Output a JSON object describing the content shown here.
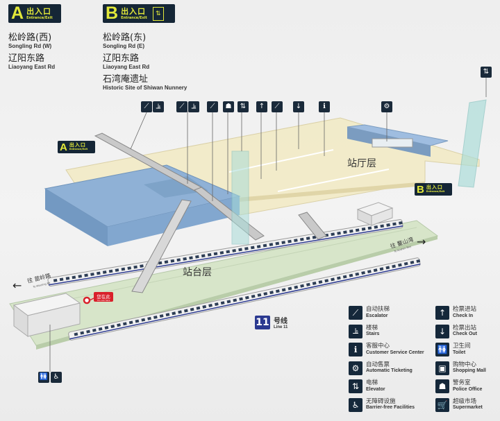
{
  "exits": {
    "a": {
      "letter": "A",
      "cn": "出入口",
      "en": "Entrance/Exit",
      "destinations": [
        {
          "cn": "松岭路(西)",
          "en": "Songling Rd (W)"
        },
        {
          "cn": "辽阳东路",
          "en": "Liaoyang East Rd"
        }
      ]
    },
    "b": {
      "letter": "B",
      "cn": "出入口",
      "en": "Entrance/Exit",
      "icon": "elevator-icon",
      "destinations": [
        {
          "cn": "松岭路(东)",
          "en": "Songling Rd (E)"
        },
        {
          "cn": "辽阳东路",
          "en": "Liaoyang East Rd"
        },
        {
          "cn": "石湾庵遗址",
          "en": "Historic Site of Shiwan Nunnery"
        }
      ]
    }
  },
  "map": {
    "concourse_label": "站厅层",
    "platform_label": "站台层",
    "you_are_here": {
      "cn": "您在此",
      "en": "You are here"
    },
    "direction_west": {
      "cn": "往 苗岭路",
      "en": "To Miaoling Rd"
    },
    "direction_east": {
      "cn": "往 鳌山湾",
      "en": "To Aoshan Bay"
    },
    "exit_a_tag": {
      "letter": "A",
      "cn": "出入口",
      "en": "Entrance/Exit"
    },
    "exit_b_tag": {
      "letter": "B",
      "cn": "出入口",
      "en": "Entrance/Exit"
    },
    "callout_icons": [
      "escalator",
      "stairs",
      "escalator",
      "stairs",
      "escalator",
      "police-office",
      "elevator",
      "check-in",
      "escalator",
      "check-out",
      "customer-service",
      "automatic-ticketing",
      "elevator",
      "toilet",
      "barrier-free"
    ]
  },
  "line": {
    "number": "11",
    "cn": "号线",
    "en": "Line 11",
    "color": "#2b3990"
  },
  "legend": {
    "left": [
      {
        "icon": "escalator",
        "glyph": "⟋",
        "cn": "自动扶梯",
        "en": "Escalator"
      },
      {
        "icon": "stairs",
        "glyph": "⫡",
        "cn": "楼梯",
        "en": "Stairs"
      },
      {
        "icon": "customer-service",
        "glyph": "ℹ",
        "cn": "客服中心",
        "en": "Customer Service Center"
      },
      {
        "icon": "automatic-ticketing",
        "glyph": "⚙",
        "cn": "自动售票",
        "en": "Automatic Ticketing"
      },
      {
        "icon": "elevator",
        "glyph": "⇅",
        "cn": "电梯",
        "en": "Elevator"
      },
      {
        "icon": "barrier-free",
        "glyph": "♿",
        "cn": "无障碍设施",
        "en": "Barrier-free Facilities"
      }
    ],
    "right": [
      {
        "icon": "check-in",
        "glyph": "↑",
        "cn": "检票进站",
        "en": "Check In"
      },
      {
        "icon": "check-out",
        "glyph": "↓",
        "cn": "检票出站",
        "en": "Check Out"
      },
      {
        "icon": "toilet",
        "glyph": "🚻",
        "cn": "卫生间",
        "en": "Toilet"
      },
      {
        "icon": "shopping-mall",
        "glyph": "▣",
        "cn": "购物中心",
        "en": "Shopping Mall"
      },
      {
        "icon": "police-office",
        "glyph": "☗",
        "cn": "警务室",
        "en": "Police Office"
      },
      {
        "icon": "supermarket",
        "glyph": "🛒",
        "cn": "超级市场",
        "en": "Supermarket"
      }
    ]
  },
  "colors": {
    "sign_bg": "#152636",
    "sign_text": "#e3e93a",
    "concourse": "#f2ebc8",
    "platform": "#d7e5c9",
    "building": "#8aaed3",
    "glass": "#a8dcd8",
    "here": "#d9202a"
  }
}
